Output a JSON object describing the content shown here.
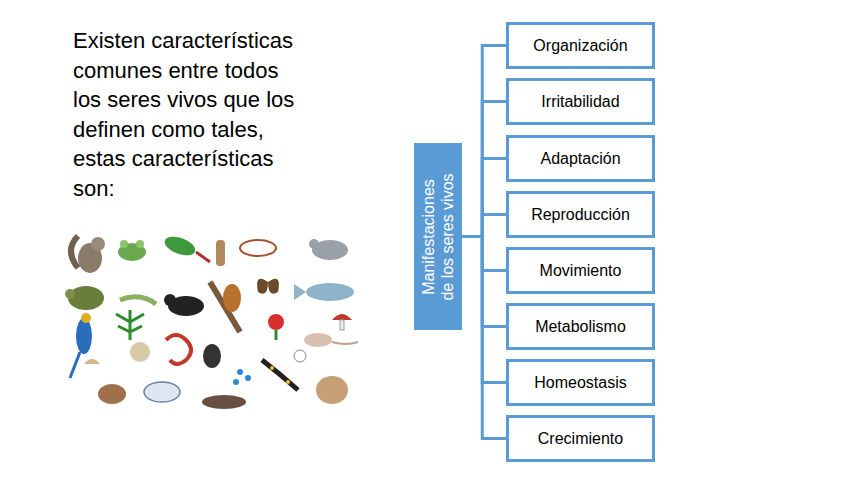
{
  "diagram": {
    "nodes": [
      {
        "text": [
          "Manifestaciones de los seres vivos"
        ]
      },
      {
        "text": [
          "Organización"
        ]
      },
      {
        "text": [
          "Irritabilidad"
        ]
      },
      {
        "text": [
          "Adaptación"
        ]
      },
      {
        "text": [
          "Reproducción"
        ]
      },
      {
        "text": [
          "Movimiento"
        ]
      },
      {
        "text": [
          "Metabolismo"
        ]
      },
      {
        "text": [
          "Homeostasis"
        ]
      },
      {
        "text": [
          "Crecimiento"
        ]
      }
    ],
    "edges": [
      {
        "from": 0,
        "to": 1,
        "arrow": "none"
      },
      {
        "from": 0,
        "to": 2,
        "arrow": "none"
      },
      {
        "from": 0,
        "to": 3,
        "arrow": "none"
      },
      {
        "from": 0,
        "to": 4,
        "arrow": "none"
      },
      {
        "from": 0,
        "to": 5,
        "arrow": "none"
      },
      {
        "from": 0,
        "to": 6,
        "arrow": "none"
      },
      {
        "from": 0,
        "to": 7,
        "arrow": "none"
      },
      {
        "from": 0,
        "to": 8,
        "arrow": "none"
      }
    ],
    "labels": [
      "Existen características comunes entre todos los seres vivos que los definen como tales, estas características son:"
    ]
  }
}
